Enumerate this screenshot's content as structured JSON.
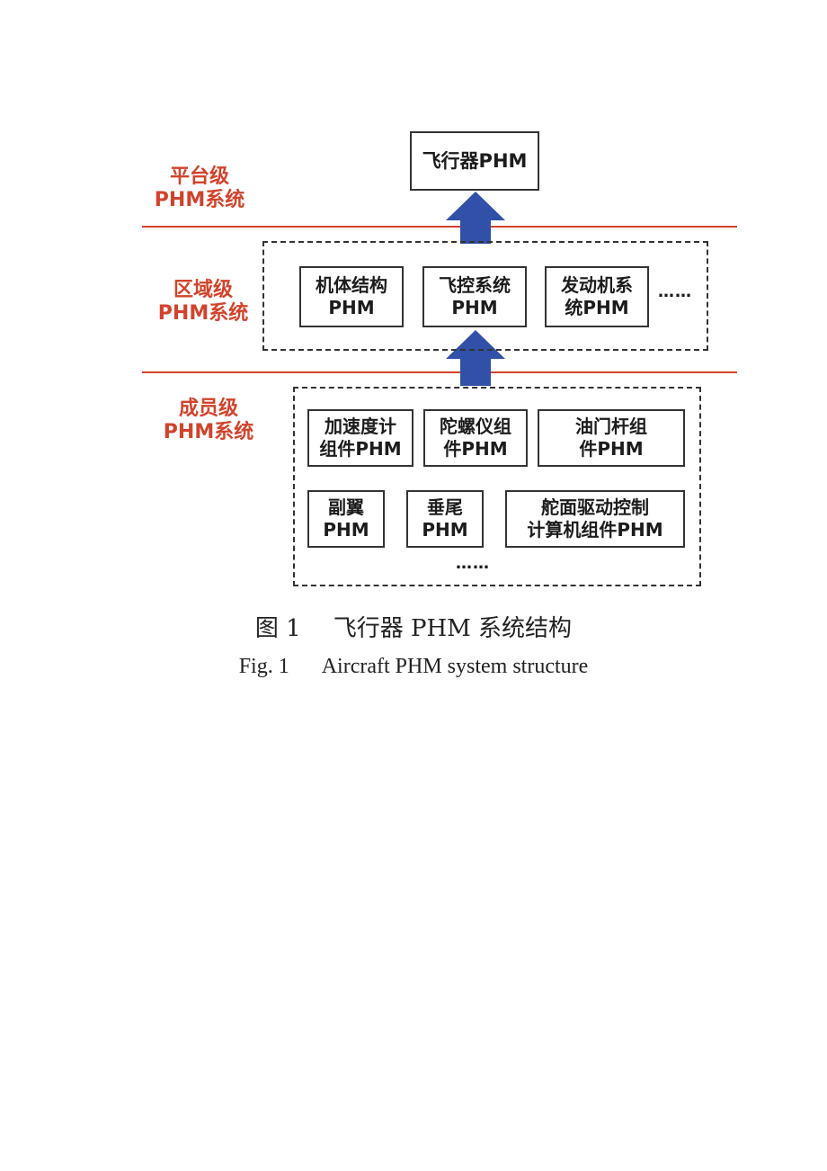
{
  "levels": {
    "platform": [
      "平台级",
      "PHM系统"
    ],
    "regional": [
      "区域级",
      "PHM系统"
    ],
    "member": [
      "成员级",
      "PHM系统"
    ]
  },
  "top_box": "飞行器PHM",
  "regional_boxes": [
    [
      "机体结构",
      "PHM"
    ],
    [
      "飞控系统",
      "PHM"
    ],
    [
      "发动机系",
      "统PHM"
    ]
  ],
  "member_boxes_row1": [
    [
      "加速度计",
      "组件PHM"
    ],
    [
      "陀螺仪组",
      "件PHM"
    ],
    [
      "油门杆组",
      "件PHM"
    ]
  ],
  "member_boxes_row2": [
    [
      "副翼",
      "PHM"
    ],
    [
      "垂尾",
      "PHM"
    ],
    [
      "舵面驱动控制",
      "计算机组件PHM"
    ]
  ],
  "ellipsis": "……",
  "caption": {
    "zh_num": "图 1",
    "zh_text": "飞行器 PHM 系统结构",
    "en_num": "Fig. 1",
    "en_text": "Aircraft PHM system structure"
  },
  "colors": {
    "level_label": "#d2432c",
    "divider": "#d2432c",
    "arrow": "#3150a8"
  }
}
